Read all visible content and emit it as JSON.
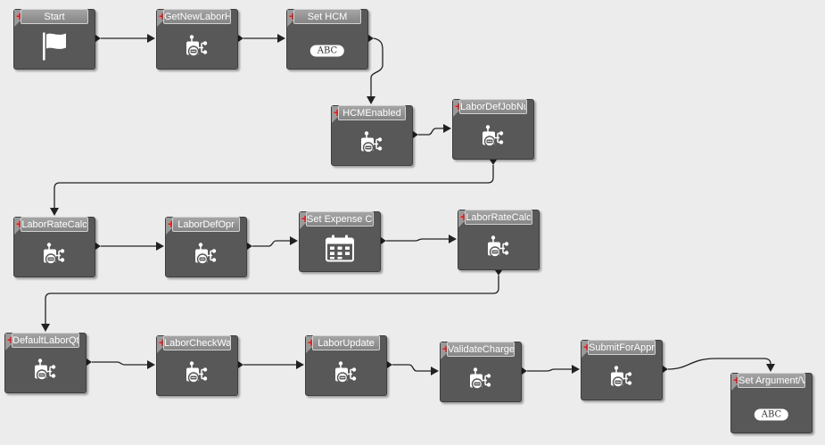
{
  "canvas": {
    "background": "#ececec",
    "node_color": "#585858",
    "wire_color": "#222222",
    "plus_color": "#e01818"
  },
  "nodes": [
    {
      "id": "start",
      "title": "Start",
      "icon": "flag-icon"
    },
    {
      "id": "getnewlaborhed",
      "title": "GetNewLaborHed",
      "icon": "method-icon"
    },
    {
      "id": "sethcm",
      "title": "Set HCM",
      "icon": "abc-icon",
      "text": "ABC"
    },
    {
      "id": "hcmenabled",
      "title": "HCMEnabled",
      "icon": "method-icon"
    },
    {
      "id": "labordefjobnum",
      "title": "LaborDefJobNum",
      "icon": "method-icon"
    },
    {
      "id": "laborratecalc1",
      "title": "LaborRateCalc",
      "icon": "method-icon"
    },
    {
      "id": "labordefopr",
      "title": "LaborDefOpr",
      "icon": "method-icon"
    },
    {
      "id": "setexpensecode",
      "title": "Set Expense Code",
      "icon": "calendar-icon"
    },
    {
      "id": "laborratecalc2",
      "title": "LaborRateCalc",
      "icon": "method-icon"
    },
    {
      "id": "defaultlaborqty",
      "title": "DefaultLaborQty",
      "icon": "method-icon"
    },
    {
      "id": "laborcheckwarnin",
      "title": "LaborCheckWarnin",
      "icon": "method-icon"
    },
    {
      "id": "laborupdate",
      "title": "LaborUpdate",
      "icon": "method-icon"
    },
    {
      "id": "validatechargerat",
      "title": "ValidateChargeRat",
      "icon": "method-icon"
    },
    {
      "id": "submitforapprova",
      "title": "SubmitForApprova",
      "icon": "method-icon"
    },
    {
      "id": "setargumentvari",
      "title": "Set Argument/Vari",
      "icon": "abc-icon",
      "text": "ABC"
    }
  ],
  "connections": [
    [
      "start",
      "getnewlaborhed"
    ],
    [
      "getnewlaborhed",
      "sethcm"
    ],
    [
      "sethcm",
      "hcmenabled"
    ],
    [
      "hcmenabled",
      "labordefjobnum"
    ],
    [
      "labordefjobnum",
      "laborratecalc1"
    ],
    [
      "laborratecalc1",
      "labordefopr"
    ],
    [
      "labordefopr",
      "setexpensecode"
    ],
    [
      "setexpensecode",
      "laborratecalc2"
    ],
    [
      "laborratecalc2",
      "defaultlaborqty"
    ],
    [
      "defaultlaborqty",
      "laborcheckwarnin"
    ],
    [
      "laborcheckwarnin",
      "laborupdate"
    ],
    [
      "laborupdate",
      "validatechargerat"
    ],
    [
      "validatechargerat",
      "submitforapprova"
    ],
    [
      "submitforapprova",
      "setargumentvari"
    ]
  ]
}
